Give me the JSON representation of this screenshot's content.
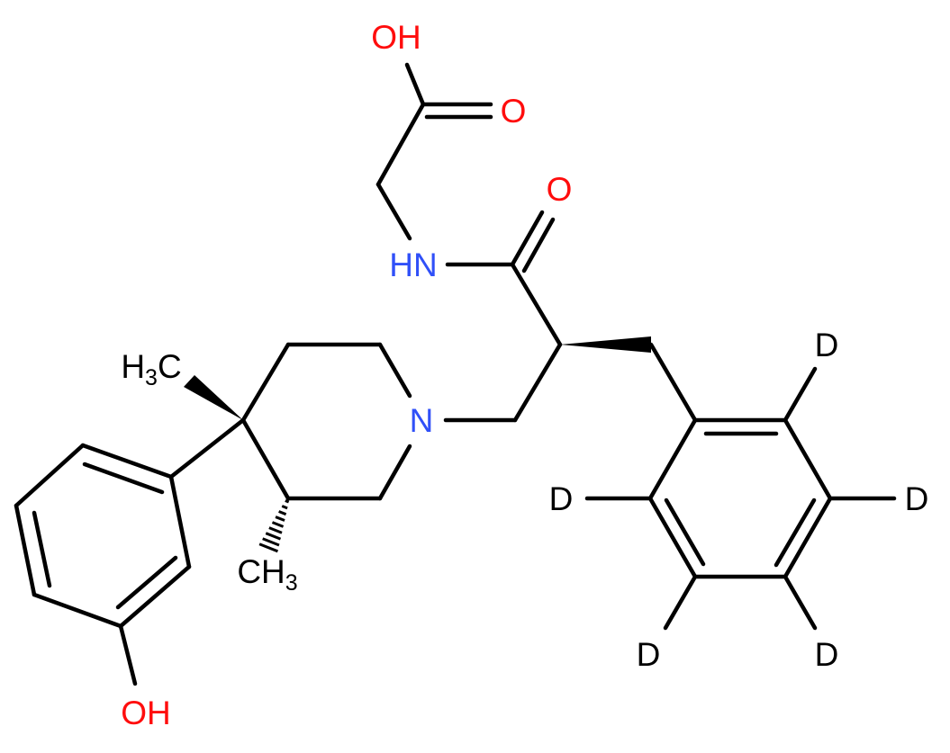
{
  "colors": {
    "bond": "#000000",
    "oxygen": "#ff0d0d",
    "nitrogen": "#3050f8",
    "carbon_label": "#000000",
    "deuterium_label": "#000000",
    "background": "#ffffff"
  },
  "labels": {
    "carboxyl_oh": "OH",
    "carboxyl_o": "O",
    "amide_o": "O",
    "amide_nh": "HN",
    "piperidine_n": "N",
    "methyl_top": "H3C",
    "methyl_bottom": "CH3",
    "phenol_oh": "OH",
    "d_label": "D"
  },
  "atoms": {
    "oxygens": [
      "OH",
      "O",
      "O",
      "OH"
    ],
    "nitrogens": [
      "HN",
      "N"
    ],
    "deuteriums": 5,
    "methyls": [
      "H3C",
      "CH3"
    ]
  }
}
